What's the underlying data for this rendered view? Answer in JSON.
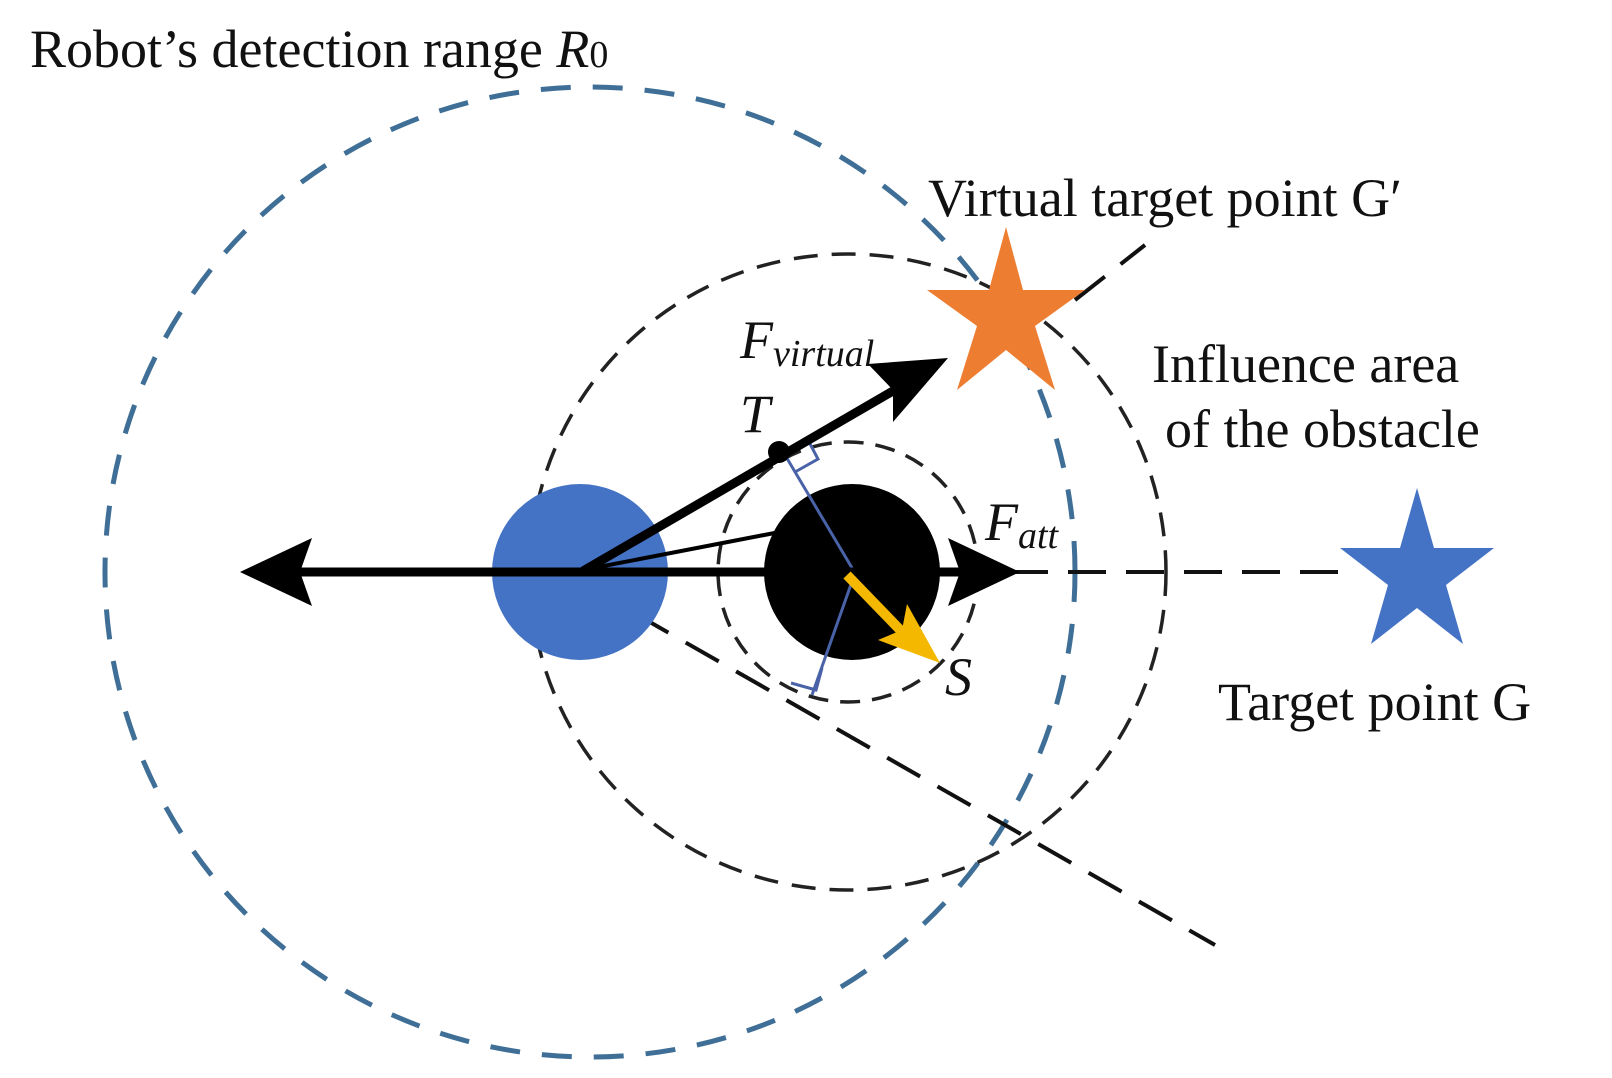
{
  "labels": {
    "detection_range_text": "Robot’s detection range ",
    "detection_range_symbol": "R",
    "detection_range_subscript": "0",
    "virtual_target": "Virtual target point G′",
    "influence_line1": "Influence area",
    "influence_line2": "of the obstacle",
    "target_point": "Target point G",
    "f_virtual_symbol": "F",
    "f_virtual_subscript": "virtual",
    "f_att_symbol": "F",
    "f_att_subscript": "att",
    "point_t": "T",
    "point_s": "S"
  },
  "colors": {
    "detection_range_circle": "#3f6f96",
    "robot": "#4472c4",
    "obstacle": "#000000",
    "virtual_target_star": "#ed7d31",
    "target_star": "#4472c4",
    "force_arrow_s": "#f5b800",
    "perpendicular_line": "#4a63a8",
    "dashed_circles": "#222222"
  },
  "icons": {
    "robot": "filled-circle",
    "obstacle": "filled-circle",
    "virtual_target": "star",
    "target": "star"
  }
}
